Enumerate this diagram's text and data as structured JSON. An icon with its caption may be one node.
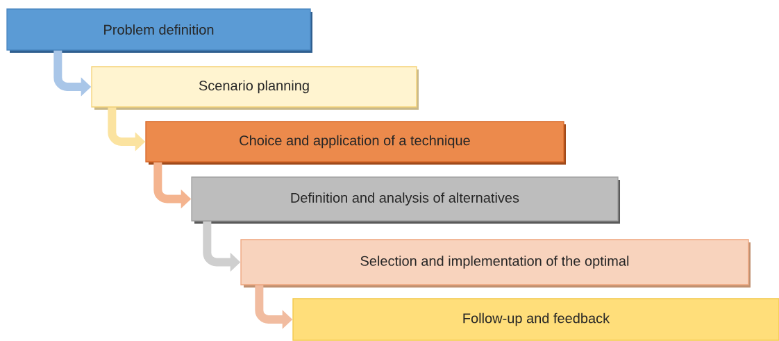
{
  "diagram": {
    "nodes": [
      {
        "text": [
          "Problem definition"
        ]
      },
      {
        "text": [
          "Scenario planning"
        ]
      },
      {
        "text": [
          "Choice and application of a technique"
        ]
      },
      {
        "text": [
          "Definition and analysis of alternatives"
        ]
      },
      {
        "text": [
          "Selection and implementation of the optimal"
        ]
      },
      {
        "text": [
          "Follow-up and feedback"
        ]
      }
    ],
    "edges": [
      {
        "from": 0,
        "to": 1,
        "arrow": "to",
        "color": "#a9c6e8"
      },
      {
        "from": 1,
        "to": 2,
        "arrow": "to",
        "color": "#fbe3a0"
      },
      {
        "from": 2,
        "to": 3,
        "arrow": "to",
        "color": "#f4b48f"
      },
      {
        "from": 3,
        "to": 4,
        "arrow": "to",
        "color": "#cfcfcf"
      },
      {
        "from": 4,
        "to": 5,
        "arrow": "to",
        "color": "#f1bca0"
      }
    ]
  }
}
